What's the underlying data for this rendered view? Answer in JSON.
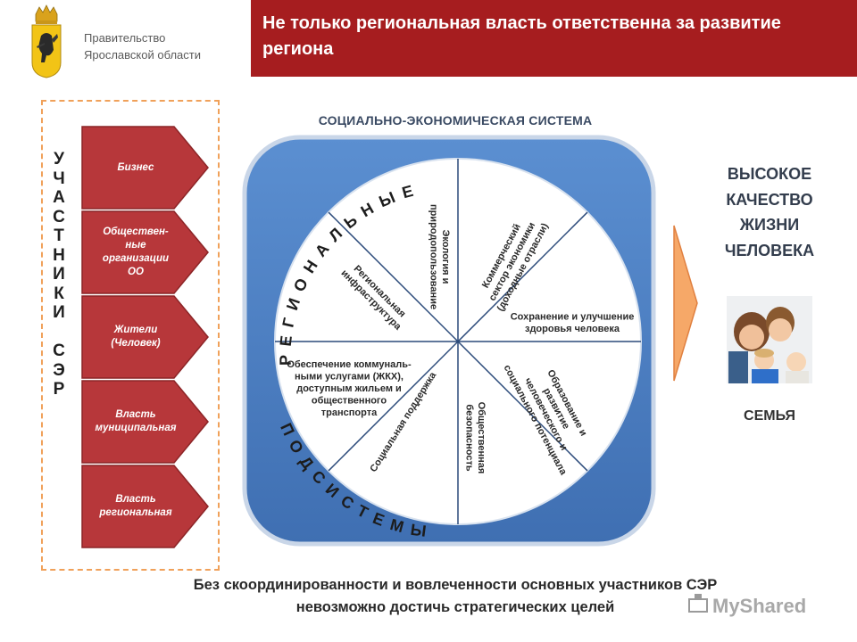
{
  "header": {
    "org_name": "Правительство\nЯрославской области",
    "title": "Не только региональная власть ответственна за развитие региона"
  },
  "participants": {
    "vertical_title": [
      "У",
      "Ч",
      "А",
      "С",
      "Т",
      "Н",
      "И",
      "К",
      "И",
      "",
      "С",
      "Э",
      "Р"
    ],
    "items": [
      {
        "label": "Бизнес"
      },
      {
        "label": "Обществен-\nные\nорганизации\nОО"
      },
      {
        "label": "Жители\n(Человек)"
      },
      {
        "label": "Власть\nмуниципальная"
      },
      {
        "label": "Власть\nрегиональная"
      }
    ]
  },
  "system": {
    "label": "СОЦИАЛЬНО-ЭКОНОМИЧЕСКАЯ СИСТЕМА",
    "arc_top": "РЕГИОНАЛЬНЫЕ",
    "arc_bottom": "ПОДСИСТЕМЫ",
    "sectors": [
      {
        "lines": [
          "Экология и",
          "природопользование"
        ]
      },
      {
        "lines": [
          "Коммерческий",
          "сектор экономики",
          "(доходные отрасли)"
        ]
      },
      {
        "lines": [
          "Сохранение и улучшение",
          "здоровья человека"
        ]
      },
      {
        "lines": [
          "Образование и",
          "развитие",
          "человеческого и",
          "социального потенциала"
        ]
      },
      {
        "lines": [
          "Общественная",
          "безопасность"
        ]
      },
      {
        "lines": [
          "Социальная поддержка"
        ]
      },
      {
        "lines": [
          "Обеспечение коммуналь-",
          "ными услугами (ЖКХ),",
          "доступным жильем и",
          "общественного",
          "транспорта"
        ]
      },
      {
        "lines": [
          "Региональная",
          "инфраструктура"
        ]
      }
    ]
  },
  "result": {
    "text": "ВЫСОКОЕ\nКАЧЕСТВО\nЖИЗНИ\nЧЕЛОВЕКА",
    "family_label": "СЕМЬЯ"
  },
  "footer": {
    "text": "Без скоординированности и вовлеченности основных участников СЭР\nневозможно достичь стратегических целей"
  },
  "watermark": {
    "text": "MyShared"
  },
  "colors": {
    "accent_red": "#a61d1f",
    "participant_red": "#b7373a",
    "system_blue": "#4a7cc0",
    "dashed_orange": "#f0a15a",
    "arrow_orange": "#f0a060"
  }
}
